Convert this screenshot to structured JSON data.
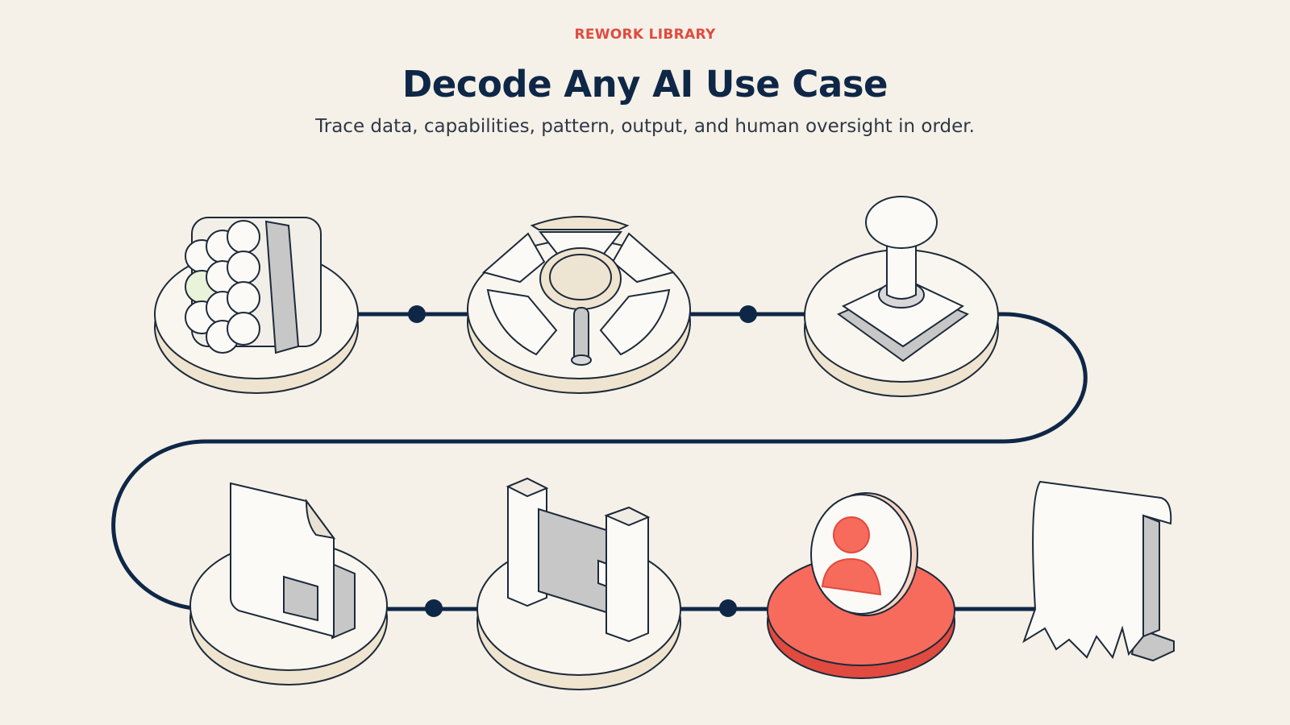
{
  "header": {
    "eyebrow": "REWORK LIBRARY",
    "title": "Decode Any AI Use Case",
    "subtitle": "Trace data, capabilities, pattern, output, and human oversight in order."
  },
  "steps": [
    {
      "icon": "data-cylinders-icon"
    },
    {
      "icon": "capabilities-magnifier-icon"
    },
    {
      "icon": "pattern-stamp-icon"
    },
    {
      "icon": "output-document-icon"
    },
    {
      "icon": "gate-binder-icon"
    },
    {
      "icon": "human-oversight-icon"
    },
    {
      "icon": "scroll-receipt-icon"
    }
  ],
  "colors": {
    "background": "#f5f1e8",
    "navy": "#0f2747",
    "accent": "#e14a3f",
    "coral": "#f76b5c",
    "platform_top": "#f9f6ef",
    "platform_side": "#efe4cf",
    "gray": "#c7c7c7"
  }
}
